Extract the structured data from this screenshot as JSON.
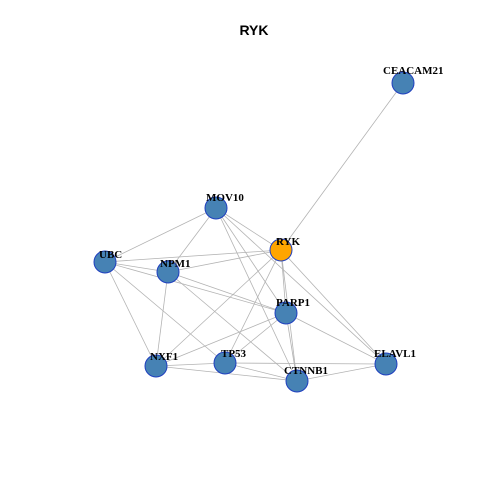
{
  "title": "RYK",
  "colors": {
    "default_node": "#4682b4",
    "highlight_node": "#ffa500",
    "node_border": "#1f3fbf",
    "edge": "#b3b3b3"
  },
  "network": {
    "highlight": "RYK",
    "nodes": [
      "CEACAM21",
      "MOV10",
      "RYK",
      "UBC",
      "NPM1",
      "PARP1",
      "NXF1",
      "TP53",
      "CTNNB1",
      "ELAVL1"
    ],
    "edges": [
      [
        "CEACAM21",
        "RYK"
      ],
      [
        "MOV10",
        "UBC"
      ],
      [
        "MOV10",
        "NPM1"
      ],
      [
        "MOV10",
        "RYK"
      ],
      [
        "MOV10",
        "PARP1"
      ],
      [
        "MOV10",
        "CTNNB1"
      ],
      [
        "MOV10",
        "ELAVL1"
      ],
      [
        "UBC",
        "NPM1"
      ],
      [
        "UBC",
        "RYK"
      ],
      [
        "UBC",
        "PARP1"
      ],
      [
        "UBC",
        "NXF1"
      ],
      [
        "UBC",
        "TP53"
      ],
      [
        "NPM1",
        "RYK"
      ],
      [
        "NPM1",
        "PARP1"
      ],
      [
        "NPM1",
        "NXF1"
      ],
      [
        "NPM1",
        "CTNNB1"
      ],
      [
        "RYK",
        "PARP1"
      ],
      [
        "RYK",
        "NXF1"
      ],
      [
        "RYK",
        "TP53"
      ],
      [
        "RYK",
        "CTNNB1"
      ],
      [
        "RYK",
        "ELAVL1"
      ],
      [
        "PARP1",
        "NXF1"
      ],
      [
        "PARP1",
        "TP53"
      ],
      [
        "PARP1",
        "CTNNB1"
      ],
      [
        "PARP1",
        "ELAVL1"
      ],
      [
        "NXF1",
        "TP53"
      ],
      [
        "NXF1",
        "CTNNB1"
      ],
      [
        "TP53",
        "CTNNB1"
      ],
      [
        "TP53",
        "ELAVL1"
      ],
      [
        "CTNNB1",
        "ELAVL1"
      ]
    ]
  }
}
